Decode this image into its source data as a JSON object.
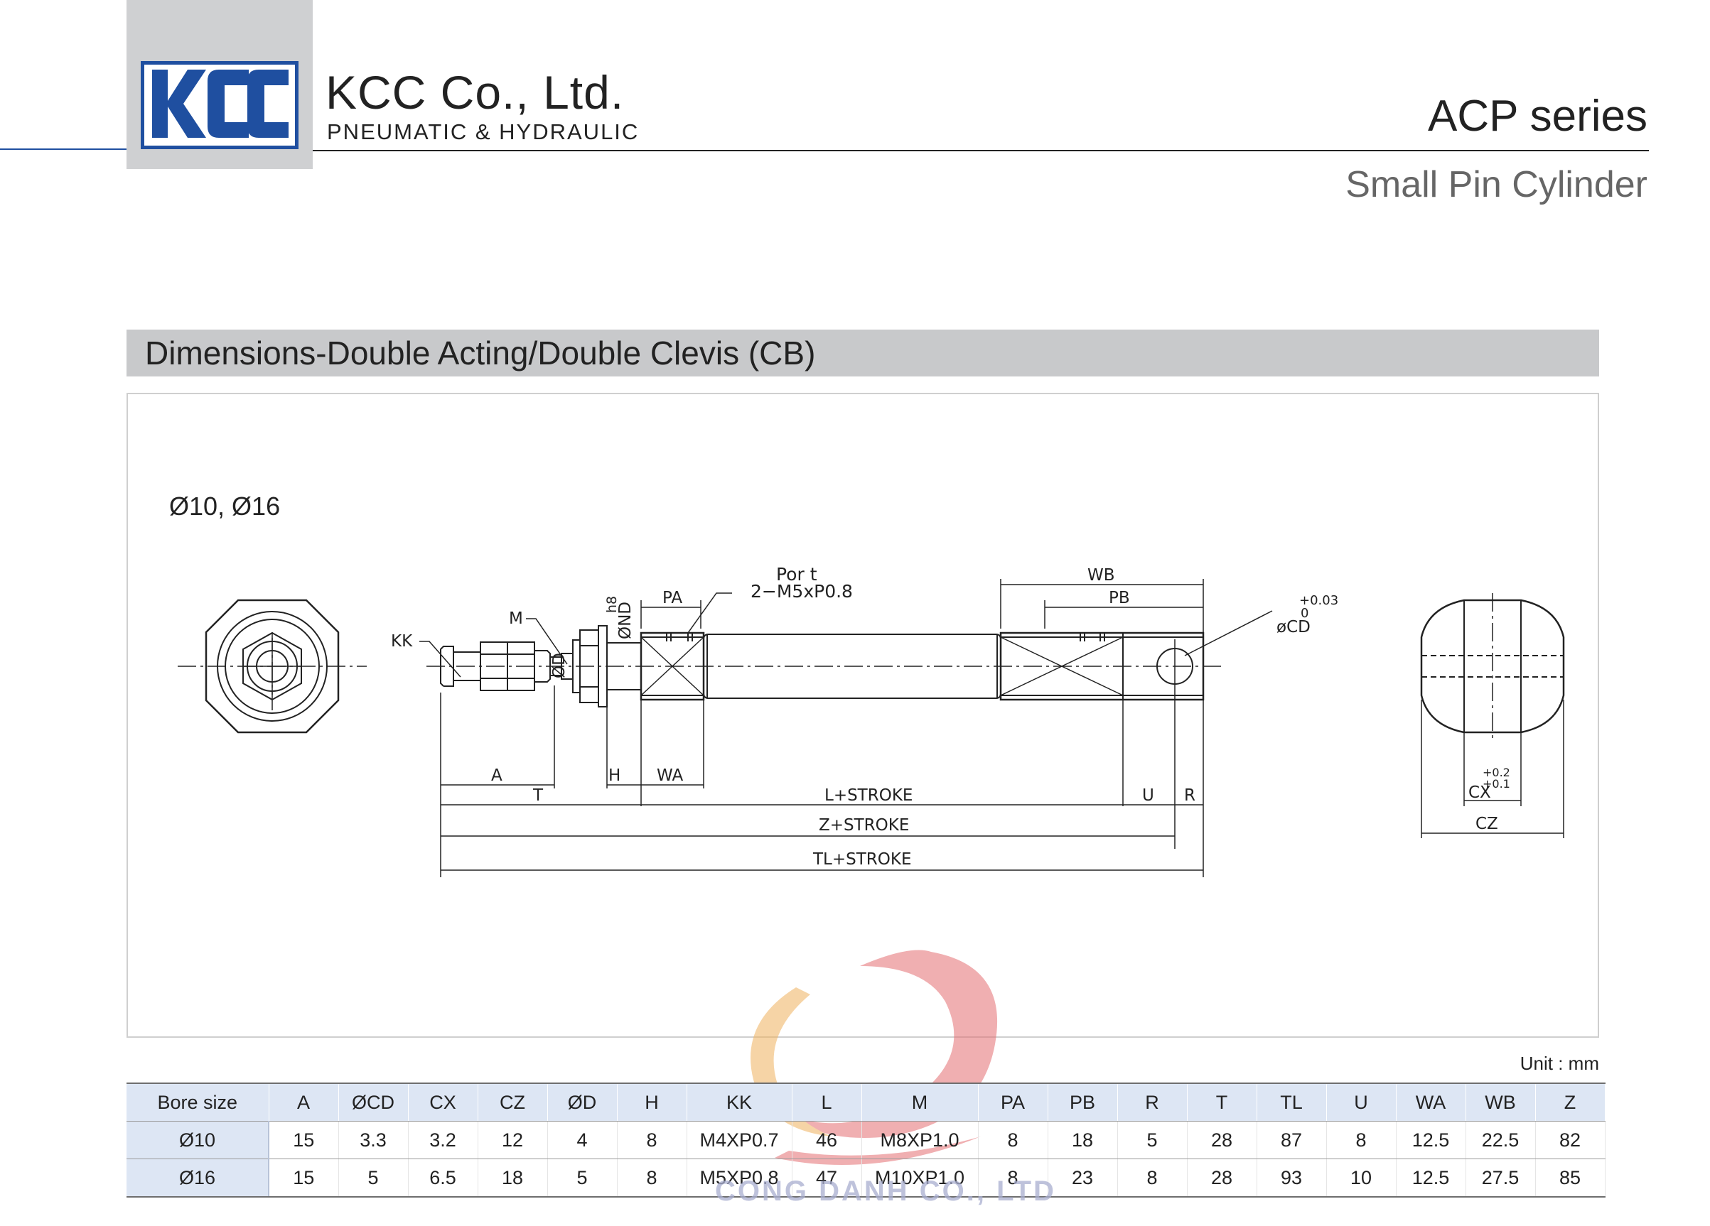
{
  "header": {
    "logo_text": "KCC",
    "company_name": "KCC Co., Ltd.",
    "company_subtitle": "PNEUMATIC & HYDRAULIC",
    "series": "ACP series",
    "product": "Small Pin Cylinder"
  },
  "section": {
    "title": "Dimensions-Double Acting/Double Clevis (CB)",
    "bore_note": "Ø10, Ø16"
  },
  "drawing_labels": {
    "kk": "KK",
    "m": "M",
    "d": "ØD",
    "nd": "ØND",
    "h8": "h8",
    "pa": "PA",
    "port": "Por t",
    "port_spec": "2−M5xP0.8",
    "wb": "WB",
    "pb": "PB",
    "cd": "øCD",
    "cd_tol_plus": "+0.03",
    "cd_tol_zero": "0",
    "a": "A",
    "h": "H",
    "wa": "WA",
    "t": "T",
    "l_stroke": "L+STROKE",
    "u": "U",
    "r": "R",
    "z_stroke": "Z+STROKE",
    "tl_stroke": "TL+STROKE",
    "cx": "CX",
    "cx_tol_plus": "+0.2",
    "cx_tol_minus": "+0.1",
    "cz": "CZ"
  },
  "unit": "Unit : mm",
  "table": {
    "headers": [
      "Bore size",
      "A",
      "ØCD",
      "CX",
      "CZ",
      "ØD",
      "H",
      "KK",
      "L",
      "M",
      "PA",
      "PB",
      "R",
      "T",
      "TL",
      "U",
      "WA",
      "WB",
      "Z"
    ],
    "rows": [
      [
        "Ø10",
        "15",
        "3.3",
        "3.2",
        "12",
        "4",
        "8",
        "M4XP0.7",
        "46",
        "M8XP1.0",
        "8",
        "18",
        "5",
        "28",
        "87",
        "8",
        "12.5",
        "22.5",
        "82"
      ],
      [
        "Ø16",
        "15",
        "5",
        "6.5",
        "18",
        "5",
        "8",
        "M5XP0.8",
        "47",
        "M10XP1.0",
        "8",
        "23",
        "8",
        "28",
        "93",
        "10",
        "12.5",
        "27.5",
        "85"
      ]
    ]
  },
  "watermark": "CONG DANH CO., LTD",
  "colors": {
    "brand": "#1f4fa0",
    "section_bar": "#c8c9cb",
    "table_header": "#dde6f4"
  }
}
